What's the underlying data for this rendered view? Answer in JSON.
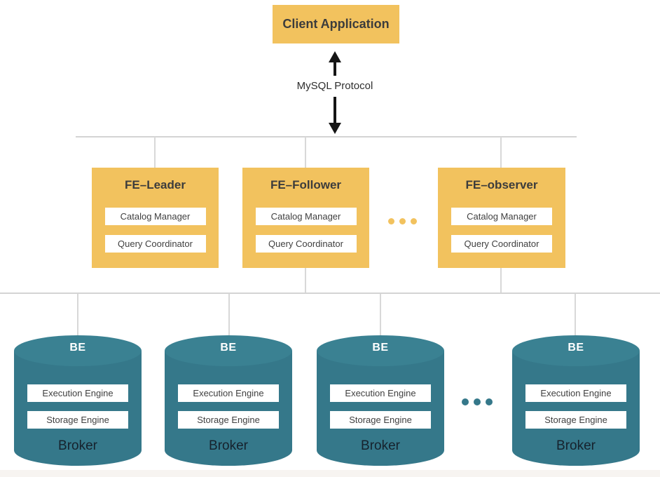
{
  "client": {
    "label": "Client Application"
  },
  "protocol": {
    "label": "MySQL Protocol"
  },
  "fe": {
    "nodes": [
      {
        "title": "FE–Leader",
        "module1": "Catalog Manager",
        "module2": "Query Coordinator"
      },
      {
        "title": "FE–Follower",
        "module1": "Catalog Manager",
        "module2": "Query Coordinator"
      },
      {
        "title": "FE–observer",
        "module1": "Catalog Manager",
        "module2": "Query Coordinator"
      }
    ],
    "ellipsis_dots": 3
  },
  "be": {
    "nodes": [
      {
        "title": "BE",
        "module1": "Execution Engine",
        "module2": "Storage Engine",
        "footer": "Broker"
      },
      {
        "title": "BE",
        "module1": "Execution Engine",
        "module2": "Storage Engine",
        "footer": "Broker"
      },
      {
        "title": "BE",
        "module1": "Execution Engine",
        "module2": "Storage Engine",
        "footer": "Broker"
      },
      {
        "title": "BE",
        "module1": "Execution Engine",
        "module2": "Storage Engine",
        "footer": "Broker"
      }
    ],
    "ellipsis_dots": 3
  },
  "colors": {
    "accent_yellow": "#F2C25E",
    "teal_body": "#35788A",
    "teal_top": "#3A8192",
    "line_gray": "#D4D4D4",
    "ink": "#3C3C3C"
  }
}
